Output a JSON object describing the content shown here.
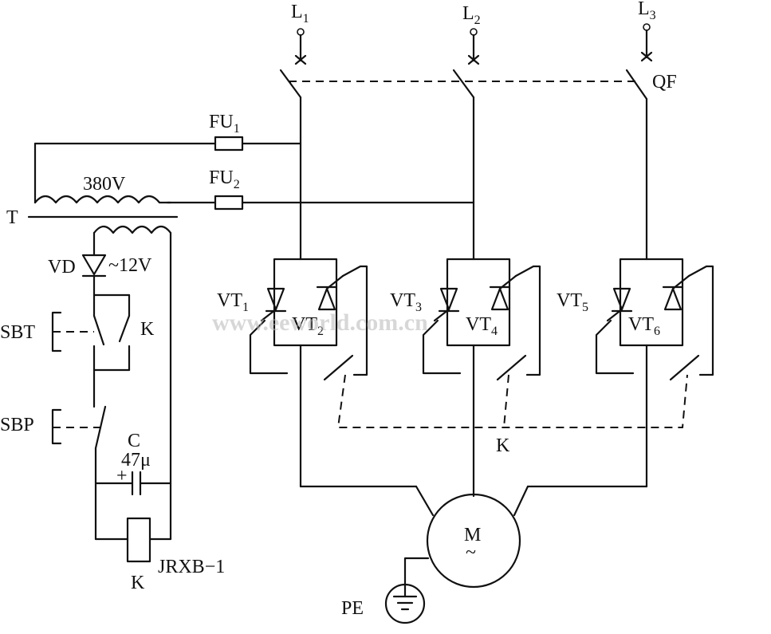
{
  "labels": {
    "L1": "L",
    "L1_sub": "1",
    "L2": "L",
    "L2_sub": "2",
    "L3": "L",
    "L3_sub": "3",
    "QF": "QF",
    "FU1": "FU",
    "FU1_sub": "1",
    "FU2": "FU",
    "FU2_sub": "2",
    "T": "T",
    "v380": "380V",
    "v12": "~12V",
    "VD": "VD",
    "SBT": "SBT",
    "K_top": "K",
    "SBP": "SBP",
    "C": "C",
    "cap_val": "47μ",
    "plus": "+",
    "relay_model": "JRXB−1",
    "K_relay": "K",
    "VT1": "VT",
    "VT1_sub": "1",
    "VT2": "VT",
    "VT2_sub": "2",
    "VT3": "VT",
    "VT3_sub": "3",
    "VT4": "VT",
    "VT4_sub": "4",
    "VT5": "VT",
    "VT5_sub": "5",
    "VT6": "VT",
    "VT6_sub": "6",
    "K_mid": "K",
    "M": "M",
    "M_tilde": "~",
    "PE": "PE"
  },
  "watermark": "www.eeworld.com.cn"
}
